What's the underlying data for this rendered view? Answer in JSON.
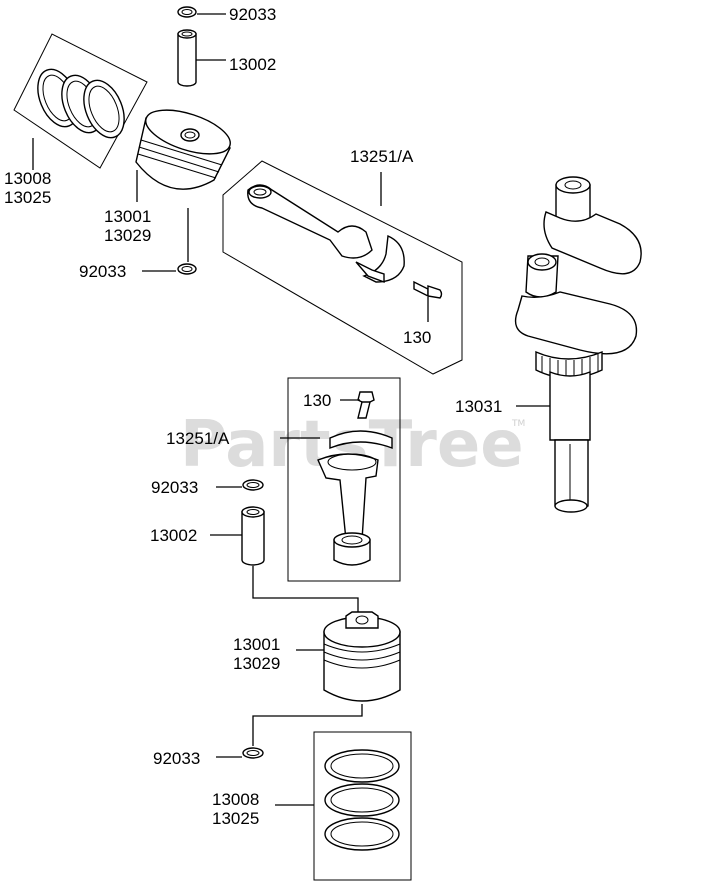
{
  "watermark": "PartsTree",
  "trademark": "TM",
  "labels": {
    "top_snap_ring": "92033",
    "top_pin": "13002",
    "top_ring_set_a": "13008",
    "top_ring_set_b": "13025",
    "top_piston_a": "13001",
    "top_piston_b": "13029",
    "top_lower_snap_ring": "92033",
    "top_conrod": "13251/A",
    "top_bolt": "130",
    "crankshaft": "13031",
    "mid_bolt": "130",
    "mid_conrod": "13251/A",
    "mid_snap_ring": "92033",
    "mid_pin": "13002",
    "bot_piston_a": "13001",
    "bot_piston_b": "13029",
    "bot_snap_ring": "92033",
    "bot_ring_set_a": "13008",
    "bot_ring_set_b": "13025"
  }
}
